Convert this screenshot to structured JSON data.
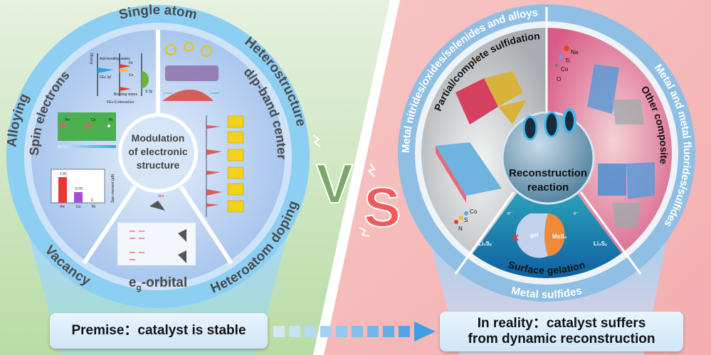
{
  "left_panel": {
    "center": [
      "Modulation",
      "of  electronic",
      "structure"
    ],
    "outer_labels": {
      "single_atom": "Single atom",
      "heterostructure": "Heterostructure",
      "heteroatom_doping": "Heteroatom doping",
      "vacancy": "Vacancy",
      "alloying": "Alloying"
    },
    "inner_labels": {
      "spin_electrons": "Spin electrons",
      "dp_band_center": "d/p-band center",
      "eg_orbital": "e",
      "eg_sub": "g",
      "eg_suffix": "-orbital"
    },
    "mini_figure_text": {
      "energy": "Energy",
      "anti_bonding": "Anti-bonding states",
      "bonding": "Bonding states",
      "fes_3d": "FEs 3d",
      "s_3p": "S 3p",
      "fe": "Fe",
      "co": "Co",
      "ni": "Ni",
      "interaction": "FEs-S interaction",
      "spin_moment": "Spin moment (μB)",
      "bar_fe": "1.91",
      "bar_co": "0.79",
      "bar_ni": "0",
      "fast": "fast",
      "p_band": "p band",
      "d_band": "d band"
    },
    "premise": "Premise：catalyst is stable"
  },
  "vs": {
    "v": "V",
    "s": "S"
  },
  "right_panel": {
    "center": [
      "Reconstruction",
      "reaction"
    ],
    "outer_labels": {
      "left": "Metal nitrides/oxides/selenides and alloys",
      "right": "Metal and metal fluorides/sulfides",
      "bottom": "Metal sulfides"
    },
    "inner_labels": {
      "sulfidation": "Partial/complete sulfidation",
      "composite": "Other composite",
      "gelation": "Surface gelation"
    },
    "mini_figure_text": {
      "na": "Na",
      "ti": "Ti",
      "co": "Co",
      "o": "O",
      "n": "N",
      "s": "S",
      "co2": "Co",
      "gel": "gel",
      "mos2": "MoS₂",
      "li2sx": "Li₂Sₓ",
      "e": "e⁻"
    },
    "reality": [
      "In reality：catalyst suffers",
      "from dynamic reconstruction"
    ]
  },
  "colors": {
    "green_bg": "#cfe6c4",
    "pink_bg": "#f6b9b9",
    "ring_blue": "#8fcdf2",
    "v_green": "#7aa86a",
    "s_red": "#ef5a5a"
  }
}
